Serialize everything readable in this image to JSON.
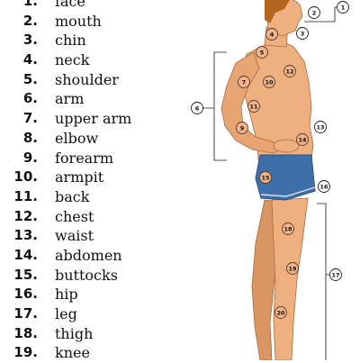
{
  "terms": [
    {
      "number": "1.",
      "word": "face"
    },
    {
      "number": "2.",
      "word": "mouth"
    },
    {
      "number": "3.",
      "word": "chin"
    },
    {
      "number": "4.",
      "word": "neck"
    },
    {
      "number": "5.",
      "word": "shoulder"
    },
    {
      "number": "6.",
      "word": "arm"
    },
    {
      "number": "7.",
      "word": "upper arm"
    },
    {
      "number": "8.",
      "word": "elbow"
    },
    {
      "number": "9.",
      "word": "forearm"
    },
    {
      "number": "10.",
      "word": "armpit"
    },
    {
      "number": "11.",
      "word": "back"
    },
    {
      "number": "12.",
      "word": "chest"
    },
    {
      "number": "13.",
      "word": "waist"
    },
    {
      "number": "14.",
      "word": "abdomen"
    },
    {
      "number": "15.",
      "word": "buttocks"
    },
    {
      "number": "16.",
      "word": "hip"
    },
    {
      "number": "17.",
      "word": "leg"
    },
    {
      "number": "18.",
      "word": "thigh"
    },
    {
      "number": "19.",
      "word": "knee"
    }
  ],
  "callouts": [
    "1",
    "2",
    "3",
    "4",
    "5",
    "12",
    "10",
    "7",
    "6",
    "11",
    "13",
    "9",
    "14",
    "15",
    "16",
    "18",
    "19",
    "17",
    "20"
  ],
  "colors": {
    "skin": "#eeb07f",
    "skin_shadow": "#d48d5c",
    "hair": "#b5651d",
    "shorts": "#3f6fa8",
    "shorts_dark": "#2c5281",
    "line": "#1a1a1a"
  }
}
